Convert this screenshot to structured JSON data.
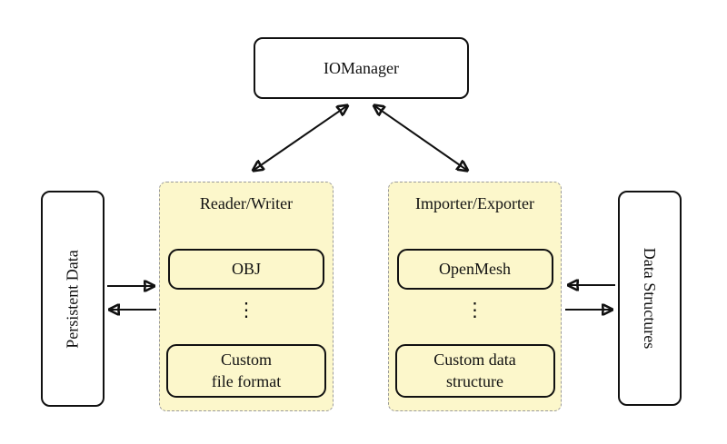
{
  "colors": {
    "page_bg": "#ffffff",
    "group_fill": "#fcf7cb",
    "group_border": "#9b9b9b",
    "node_border": "#111111",
    "node_fill": "#ffffff",
    "arrow": "#111111"
  },
  "nodes": {
    "io_manager": {
      "label": "IOManager"
    },
    "persistent_data": {
      "label": "Persistent Data"
    },
    "data_structures": {
      "label": "Data Structures"
    }
  },
  "groups": {
    "reader_writer": {
      "title": "Reader/Writer",
      "top_item": "OBJ",
      "ellipsis": "⋮",
      "bottom_item_lines": [
        "Custom",
        "file format"
      ]
    },
    "importer_exporter": {
      "title": "Importer/Exporter",
      "top_item": "OpenMesh",
      "ellipsis": "⋮",
      "bottom_item_lines": [
        "Custom data",
        "structure"
      ]
    }
  },
  "edges": [
    {
      "from": "io_manager",
      "to": "reader_writer",
      "style": "bidirectional-diagonal"
    },
    {
      "from": "io_manager",
      "to": "importer_exporter",
      "style": "bidirectional-diagonal"
    },
    {
      "from": "persistent_data",
      "to": "reader_writer",
      "style": "arrow-right"
    },
    {
      "from": "reader_writer",
      "to": "persistent_data",
      "style": "arrow-left"
    },
    {
      "from": "data_structures",
      "to": "importer_exporter",
      "style": "arrow-left"
    },
    {
      "from": "importer_exporter",
      "to": "data_structures",
      "style": "arrow-right"
    }
  ]
}
